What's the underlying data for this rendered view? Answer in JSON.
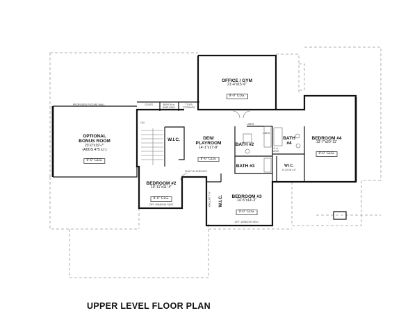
{
  "title": "UPPER LEVEL FLOOR PLAN",
  "rooms": {
    "office": {
      "name": "OFFICE / GYM",
      "dims": "21'-4\"x15'-6\"",
      "ceiling": "9'-0\" CLG."
    },
    "bonus": {
      "name1": "OPTIONAL",
      "name2": "BONUS ROOM",
      "dims": "23'-0\"x19'-7\"",
      "note": "(ADDS 475 s.f.)",
      "ceiling": "9'-0\" CLG."
    },
    "den": {
      "name1": "DEN/",
      "name2": "PLAYROOM",
      "dims": "14'-1\"x17'-8\"",
      "ceiling": "9'-0\" CLG."
    },
    "bedroom2": {
      "name": "BEDROOM #2",
      "dims": "10'-11\"x11'-4\"",
      "ceiling": "9'-0\" CLG.",
      "seat": "OPT. WINDOW SEAT"
    },
    "bedroom3": {
      "name": "BEDROOM #3",
      "dims": "14'-5\"x14'-3\"",
      "ceiling": "9'-0\" CLG.",
      "seat": "OPT. WINDOW SEAT"
    },
    "bedroom4": {
      "name": "BEDROOM #4",
      "dims": "13'-7\"x20'-11\"",
      "ceiling": "9'-0\" CLG."
    },
    "bath2": {
      "name": "BATH #2"
    },
    "bath3": {
      "name": "BATH #3"
    },
    "bath4": {
      "name1": "BATH",
      "name2": "#4"
    },
    "wic1": {
      "name": "W.I.C."
    },
    "wic3": {
      "name": "W.I.C."
    },
    "wic4": {
      "name": "W.I.C.",
      "dims": "8'-10\"x8'-10\""
    }
  },
  "notes": {
    "future_wall": "PROPOSED FUTURE WALL",
    "coats": "COATS",
    "bench": "BENCH or SHELVING",
    "toy": "TOYS/ STORAGE",
    "down": "DN",
    "built_in": "BUILT-IN SHELVES",
    "linen1": "LINEN",
    "linen2": "LINEN",
    "dryer": "D r/r VENT",
    "wall_at": "WALL AT 7'-0\""
  }
}
